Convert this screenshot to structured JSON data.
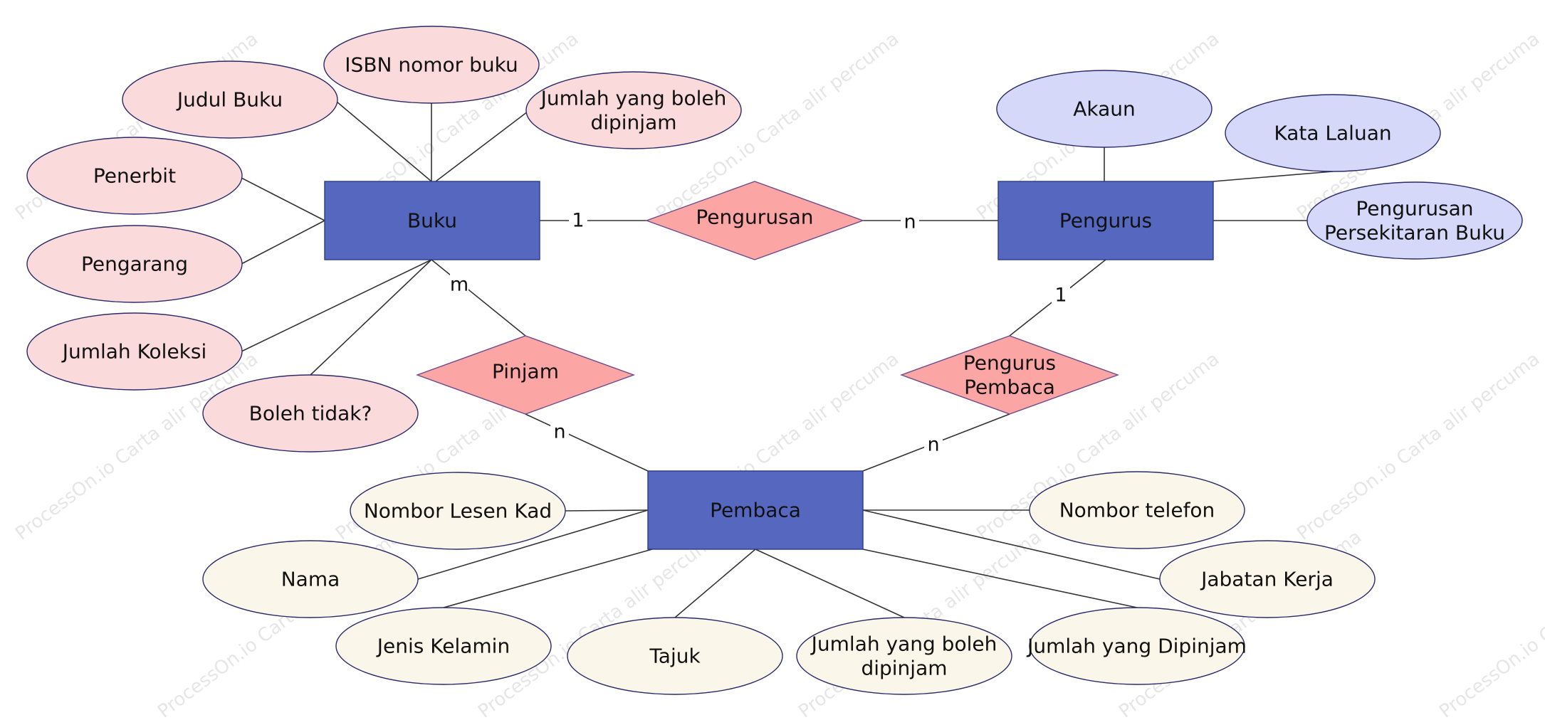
{
  "watermark": "ProcessOn.io Carta alir percuma",
  "colors": {
    "entity_fill": "#5567be",
    "entity_stroke": "#2b3a8a",
    "relationship_fill": "#fca5a5",
    "relationship_stroke": "#6b4a8a",
    "attr_stroke": "#2a2a6a",
    "buku_attr_fill": "#fadadb",
    "pengurus_attr_fill": "#d5d8f8",
    "pembaca_attr_fill": "#faf7ea"
  },
  "entities": [
    {
      "id": "buku",
      "label": "Buku"
    },
    {
      "id": "pengurus",
      "label": "Pengurus"
    },
    {
      "id": "pembaca",
      "label": "Pembaca"
    }
  ],
  "relationships": [
    {
      "id": "pengurusan",
      "lines": [
        "Pengurusan"
      ]
    },
    {
      "id": "pinjam",
      "lines": [
        "Pinjam"
      ]
    },
    {
      "id": "pengurus_pembaca",
      "lines": [
        "Pengurus",
        "Pembaca"
      ]
    }
  ],
  "attributes": [
    {
      "id": "judul",
      "entity": "buku",
      "lines": [
        "Judul Buku"
      ]
    },
    {
      "id": "isbn",
      "entity": "buku",
      "lines": [
        "ISBN nomor buku"
      ]
    },
    {
      "id": "jumlah_boleh_buku",
      "entity": "buku",
      "lines": [
        "Jumlah yang boleh",
        "dipinjam"
      ]
    },
    {
      "id": "penerbit",
      "entity": "buku",
      "lines": [
        "Penerbit"
      ]
    },
    {
      "id": "pengarang",
      "entity": "buku",
      "lines": [
        "Pengarang"
      ]
    },
    {
      "id": "jumlah_koleksi",
      "entity": "buku",
      "lines": [
        "Jumlah Koleksi"
      ]
    },
    {
      "id": "boleh_tidak",
      "entity": "buku",
      "lines": [
        "Boleh tidak?"
      ]
    },
    {
      "id": "akaun",
      "entity": "pengurus",
      "lines": [
        "Akaun"
      ]
    },
    {
      "id": "kata_laluan",
      "entity": "pengurus",
      "lines": [
        "Kata Laluan"
      ]
    },
    {
      "id": "pengurusan_persekitaran",
      "entity": "pengurus",
      "lines": [
        "Pengurusan",
        "Persekitaran Buku"
      ]
    },
    {
      "id": "nombor_lesen",
      "entity": "pembaca",
      "lines": [
        "Nombor Lesen Kad"
      ]
    },
    {
      "id": "nama",
      "entity": "pembaca",
      "lines": [
        "Nama"
      ]
    },
    {
      "id": "jenis_kelamin",
      "entity": "pembaca",
      "lines": [
        "Jenis Kelamin"
      ]
    },
    {
      "id": "tajuk",
      "entity": "pembaca",
      "lines": [
        "Tajuk"
      ]
    },
    {
      "id": "jumlah_boleh_pembaca",
      "entity": "pembaca",
      "lines": [
        "Jumlah yang boleh",
        "dipinjam"
      ]
    },
    {
      "id": "jumlah_dipinjam",
      "entity": "pembaca",
      "lines": [
        "Jumlah yang Dipinjam"
      ]
    },
    {
      "id": "jabatan",
      "entity": "pembaca",
      "lines": [
        "Jabatan Kerja"
      ]
    },
    {
      "id": "nombor_telefon",
      "entity": "pembaca",
      "lines": [
        "Nombor telefon"
      ]
    }
  ],
  "cardinalities": [
    {
      "id": "buku_pengurusan",
      "label": "1"
    },
    {
      "id": "pengurusan_pengurus",
      "label": "n"
    },
    {
      "id": "buku_pinjam",
      "label": "m"
    },
    {
      "id": "pinjam_pembaca",
      "label": "n"
    },
    {
      "id": "pengurus_pengurusp",
      "label": "1"
    },
    {
      "id": "pengurusp_pembaca",
      "label": "n"
    }
  ]
}
